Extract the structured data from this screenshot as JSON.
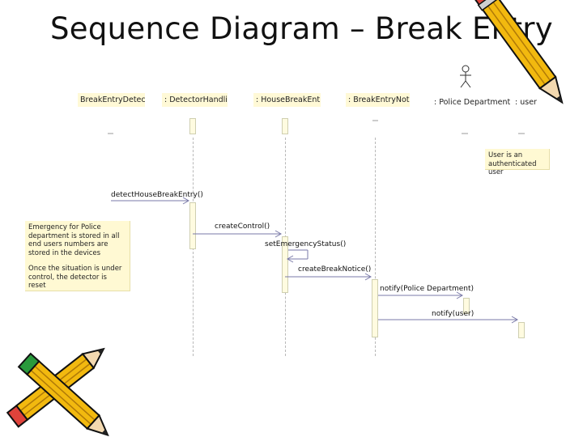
{
  "slide": {
    "title": "Sequence Diagram – Break Entry"
  },
  "lifelines": [
    {
      "label": "BreakEntryDetector"
    },
    {
      "label": ": DetectorHandling"
    },
    {
      "label": ": HouseBreakEntry"
    },
    {
      "label": ": BreakEntryNotice"
    },
    {
      "label": ": Police Department"
    },
    {
      "label": ": user"
    }
  ],
  "messages": [
    {
      "label": "detectHouseBreakEntry()"
    },
    {
      "label": "createControl()"
    },
    {
      "label": "setEmergencyStatus()"
    },
    {
      "label": "createBreakNotice()"
    },
    {
      "label": "notify(Police Department)"
    },
    {
      "label": "notify(user)"
    }
  ],
  "notes": {
    "user_note": "User is an authenticated user",
    "emergency_note_1": "Emergency for Police department is stored in all end users numbers are stored in the devices",
    "emergency_note_2": "Once the situation is under control, the detector is reset"
  },
  "colors": {
    "note_fill": "#fff9d3",
    "pencil_body": "#f2b90f",
    "pencil_outline": "#111111",
    "eraser": "#e0433b",
    "ferrule_green": "#2a9a3c"
  }
}
